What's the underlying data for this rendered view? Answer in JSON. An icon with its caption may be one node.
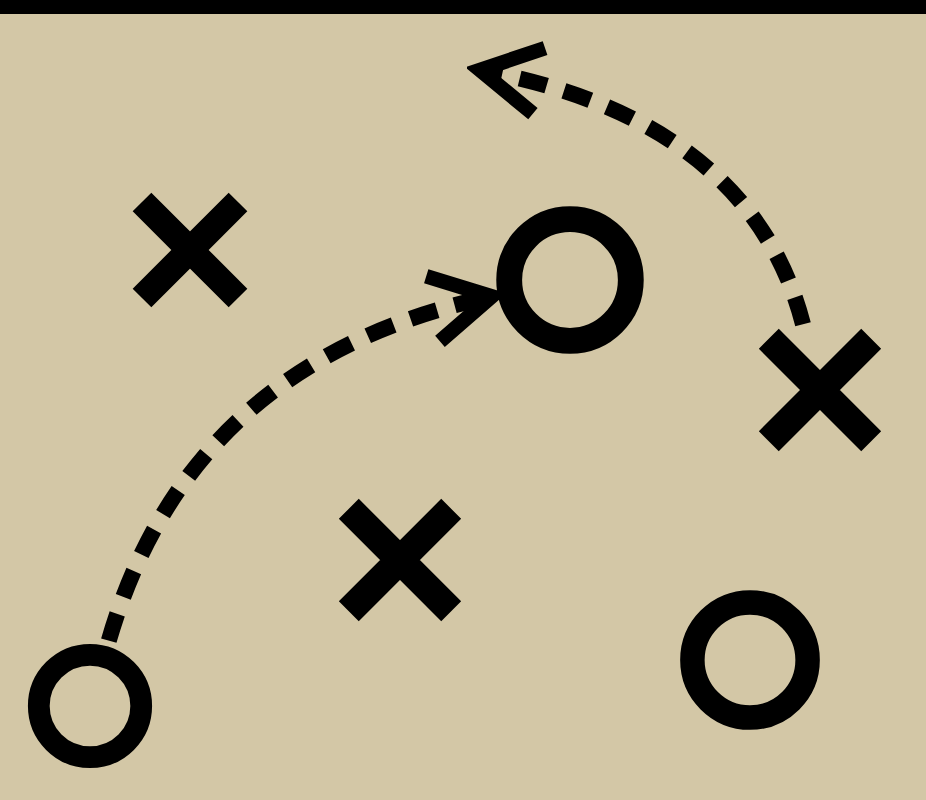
{
  "diagram": {
    "nodes": [
      {
        "text": [],
        "shape": "cross"
      },
      {
        "text": [],
        "shape": "circle"
      },
      {
        "text": [],
        "shape": "cross"
      },
      {
        "text": [],
        "shape": "cross"
      },
      {
        "text": [],
        "shape": "circle"
      },
      {
        "text": [],
        "shape": "circle"
      }
    ],
    "edges": [
      {
        "from": 4,
        "to": 1,
        "arrow": "to",
        "style": "dashed"
      },
      {
        "from": 2,
        "to": null,
        "arrow": "to",
        "style": "dashed"
      }
    ]
  }
}
